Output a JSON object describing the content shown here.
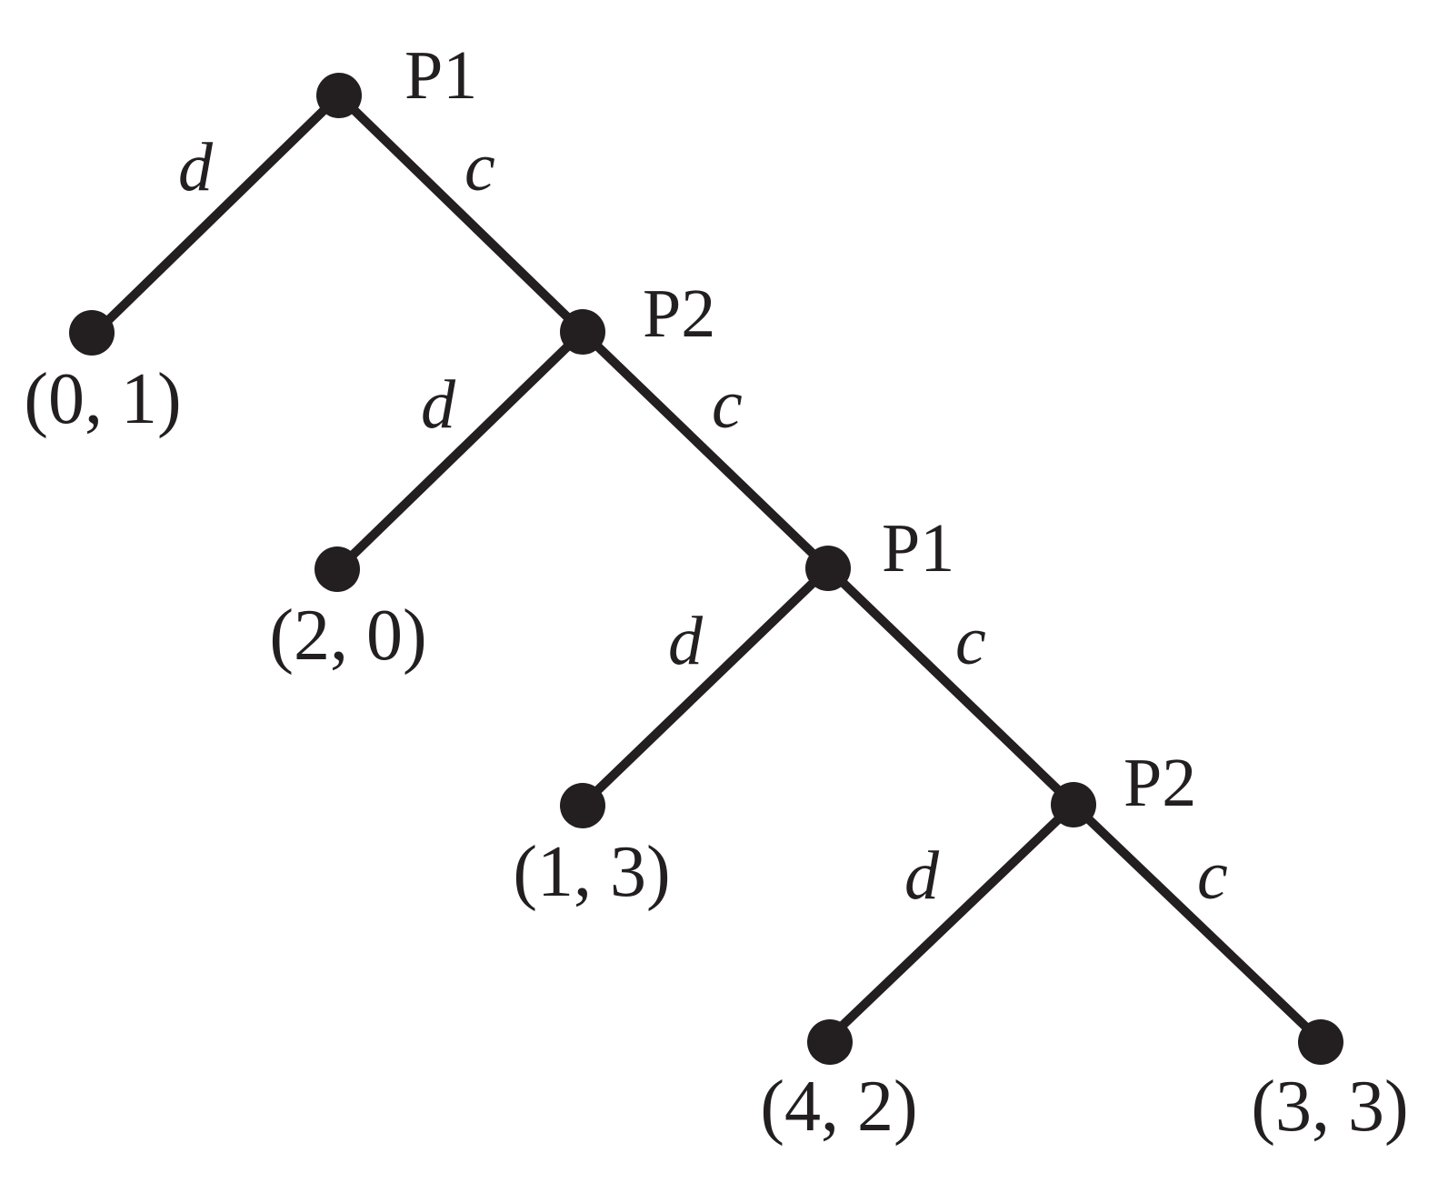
{
  "colors": {
    "ink": "#231f20",
    "background": "#ffffff"
  },
  "decision_nodes": [
    {
      "id": "n1",
      "player": "P1",
      "down": "d",
      "continue": "c"
    },
    {
      "id": "n2",
      "player": "P2",
      "down": "d",
      "continue": "c"
    },
    {
      "id": "n3",
      "player": "P1",
      "down": "d",
      "continue": "c"
    },
    {
      "id": "n4",
      "player": "P2",
      "down": "d",
      "continue": "c"
    }
  ],
  "terminal_nodes": [
    {
      "id": "t1",
      "payoff": "(0, 1)"
    },
    {
      "id": "t2",
      "payoff": "(2, 0)"
    },
    {
      "id": "t3",
      "payoff": "(1, 3)"
    },
    {
      "id": "t4",
      "payoff": "(4, 2)"
    },
    {
      "id": "t5",
      "payoff": "(3, 3)"
    }
  ]
}
